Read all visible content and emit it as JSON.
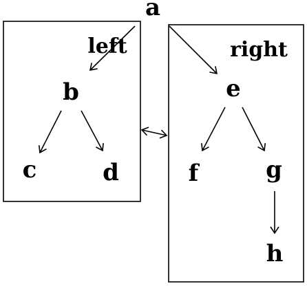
{
  "diagram": {
    "nodes": {
      "a": "a",
      "b": "b",
      "c": "c",
      "d": "d",
      "e": "e",
      "f": "f",
      "g": "g",
      "h": "h"
    },
    "groups": {
      "left_title": "left",
      "right_title": "right"
    },
    "edges": [
      {
        "from": "a",
        "to": "b"
      },
      {
        "from": "a",
        "to": "e"
      },
      {
        "from": "b",
        "to": "c"
      },
      {
        "from": "b",
        "to": "d"
      },
      {
        "from": "e",
        "to": "f"
      },
      {
        "from": "e",
        "to": "g"
      },
      {
        "from": "g",
        "to": "h"
      },
      {
        "from": "left",
        "to": "right",
        "bidirectional": true
      }
    ]
  }
}
